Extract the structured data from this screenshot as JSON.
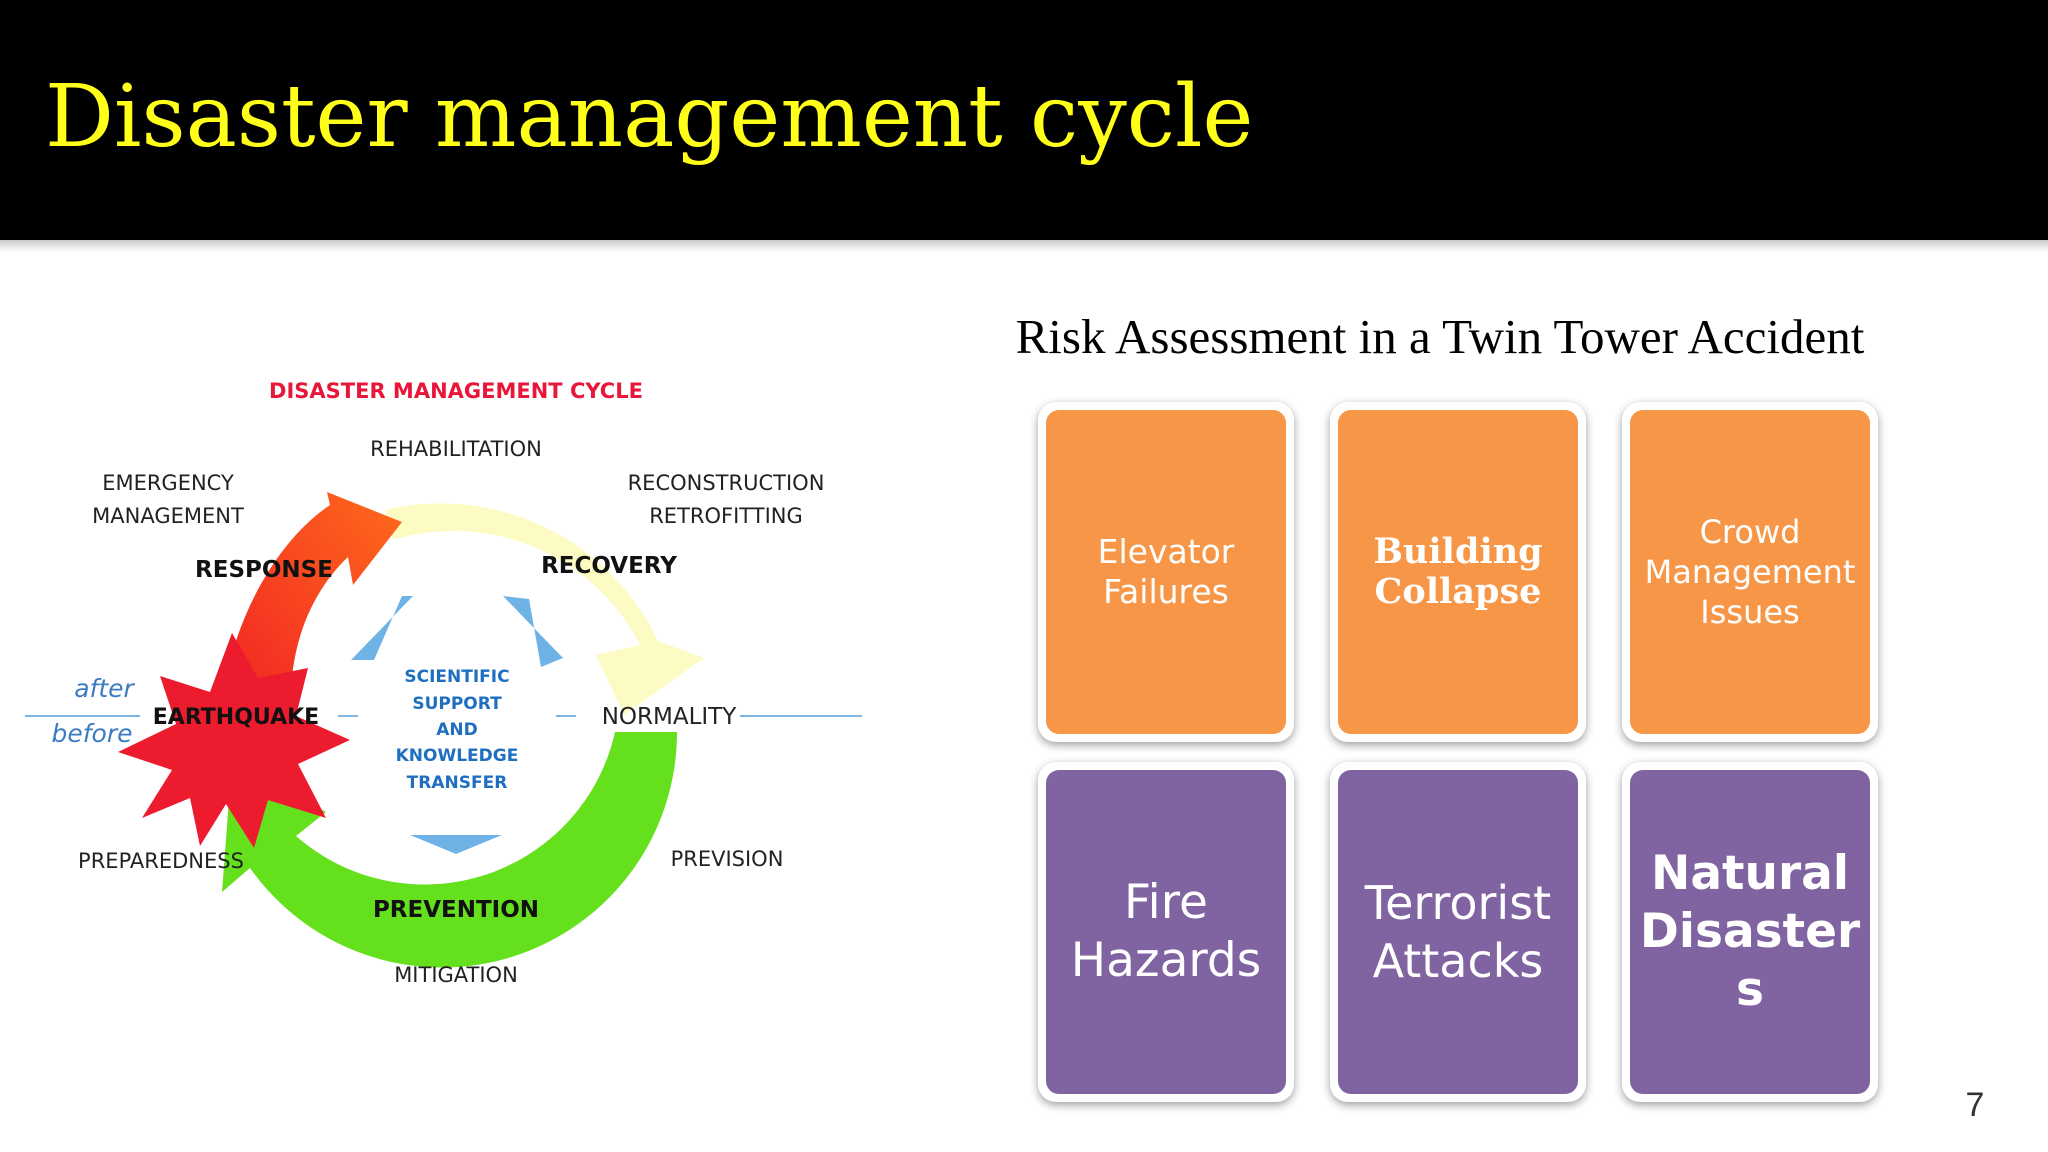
{
  "slide": {
    "title": "Disaster management cycle",
    "page_number": "7"
  },
  "cycle": {
    "heading": "DISASTER MANAGEMENT CYCLE",
    "labels": {
      "rehabilitation": "REHABILITATION",
      "emergency_line1": "EMERGENCY",
      "emergency_line2": "MANAGEMENT",
      "reconstruction_line1": "RECONSTRUCTION",
      "reconstruction_line2": "RETROFITTING",
      "response": "RESPONSE",
      "recovery": "RECOVERY",
      "after": "after",
      "before": "before",
      "earthquake": "EARTHQUAKE",
      "normality": "NORMALITY",
      "preparedness": "PREPAREDNESS",
      "prevision": "PREVISION",
      "prevention": "PREVENTION",
      "mitigation": "MITIGATION"
    },
    "center_lines": [
      "SCIENTIFIC",
      "SUPPORT",
      "AND",
      "KNOWLEDGE",
      "TRANSFER"
    ],
    "colors": {
      "heading": "#e8173a",
      "response_arrow": "#f25022",
      "recovery_arc": "#fdfbc4",
      "prevention_arc": "#64e01c",
      "earthquake_burst": "#ec1c2e",
      "center_text": "#1f6fc1",
      "inner_arrows": "#6fb3e6",
      "baseline": "#7db6e3",
      "after_before": "#3b7bc4"
    }
  },
  "risk_matrix": {
    "title": "Risk Assessment in a Twin Tower Accident",
    "colors": {
      "orange": "#f79646",
      "purple": "#8064a2"
    },
    "tiles": [
      {
        "lines": [
          "Elevator",
          "Failures"
        ]
      },
      {
        "lines": [
          "Building",
          "Collapse"
        ]
      },
      {
        "lines": [
          "Crowd",
          "Management",
          "Issues"
        ]
      },
      {
        "lines": [
          "Fire",
          "Hazards"
        ]
      },
      {
        "lines": [
          "Terrorist",
          "Attacks"
        ]
      },
      {
        "lines": [
          "Natural",
          "Disaster",
          "s"
        ]
      }
    ]
  }
}
